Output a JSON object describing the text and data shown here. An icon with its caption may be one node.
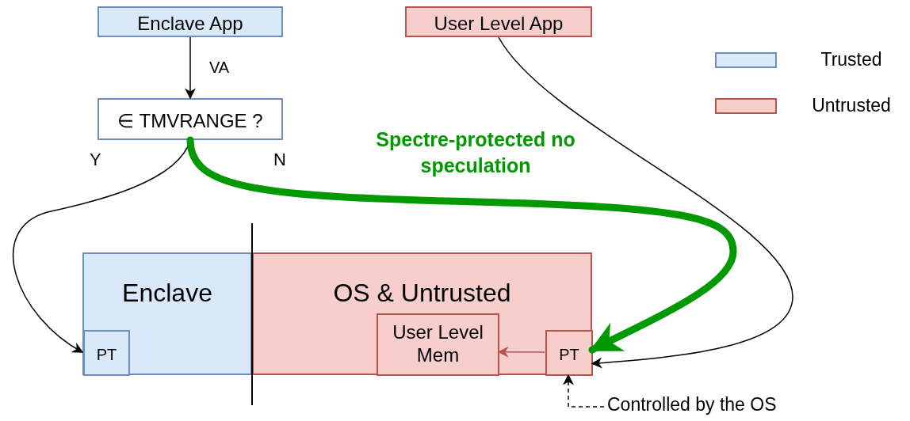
{
  "diagram": {
    "nodes": [
      {
        "text": [
          "Enclave App"
        ]
      },
      {
        "text": [
          "∈ TMVRANGE ?"
        ],
        "beside": [
          "Y",
          "N"
        ]
      },
      {
        "text": [
          "User Level App"
        ]
      },
      {
        "text": [
          "Enclave"
        ]
      },
      {
        "text": [
          "PT"
        ],
        "in": 3
      },
      {
        "text": [
          "OS & Untrusted"
        ]
      },
      {
        "text": [
          "User Level Mem"
        ],
        "in": 5
      },
      {
        "text": [
          "PT"
        ],
        "in": 5
      },
      {
        "text": [
          "Controlled by the OS"
        ]
      }
    ],
    "edges": [
      {
        "from": 0,
        "to": 1,
        "arrow": "to",
        "label": "VA"
      },
      {
        "from": 1,
        "to": 4,
        "arrow": "to"
      },
      {
        "from": 1,
        "to": 7,
        "arrow": "to",
        "style": "thick",
        "color": "#009900"
      },
      {
        "from": 2,
        "to": 7,
        "arrow": "to"
      },
      {
        "from": 7,
        "to": 6,
        "arrow": "to",
        "color": "#b85450"
      },
      {
        "from": 8,
        "to": 7,
        "arrow": "to",
        "style": "dashed"
      }
    ],
    "labels": [
      "Spectre-protected no speculation"
    ],
    "legend": [
      {
        "text": "Trusted",
        "color": "#dae8fc"
      },
      {
        "text": "Untrusted",
        "color": "#f8cecc"
      }
    ]
  }
}
